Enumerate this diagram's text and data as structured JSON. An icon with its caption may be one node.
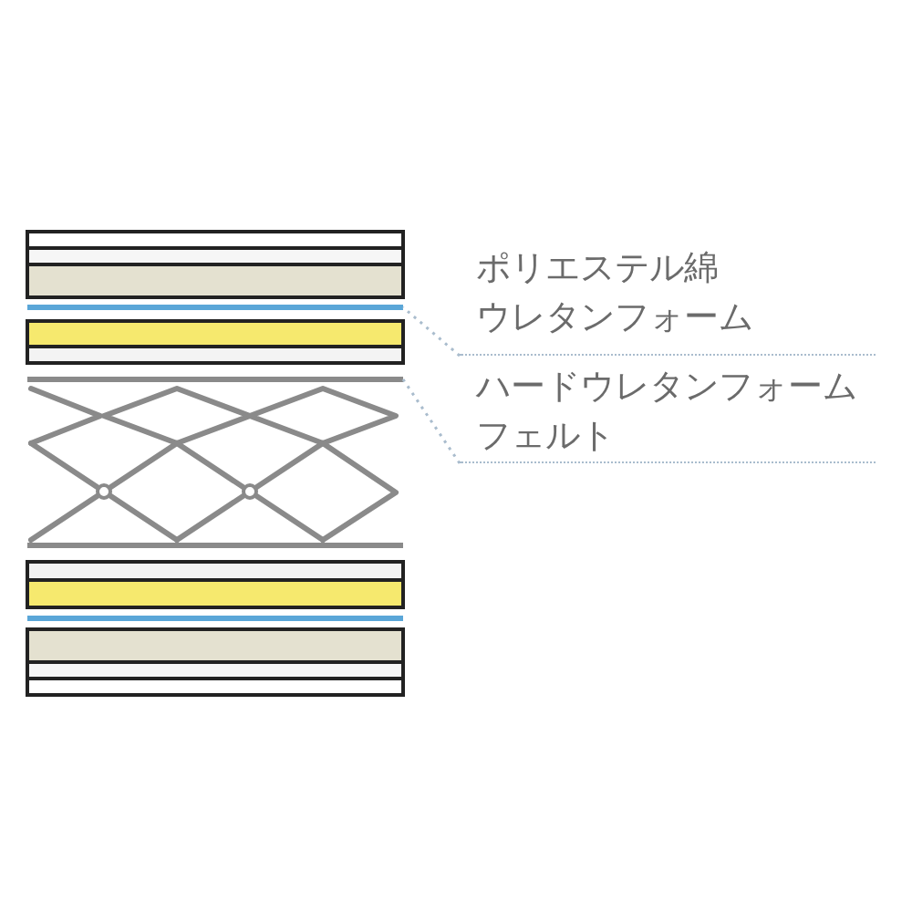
{
  "diagram": {
    "nodes": [
      {
        "text": [
          "ポリエステル綿",
          "ウレタンフォーム"
        ]
      },
      {
        "text": [
          "ハードウレタンフォーム",
          "フェルト"
        ]
      },
      {
        "text": [],
        "shape": "bar"
      },
      {
        "text": [],
        "shape": "bar"
      }
    ],
    "edges": [
      {
        "from": 0,
        "to": 2,
        "arrow": "none",
        "style": "dashed"
      },
      {
        "from": 1,
        "to": 3,
        "arrow": "none",
        "style": "dashed"
      }
    ]
  }
}
